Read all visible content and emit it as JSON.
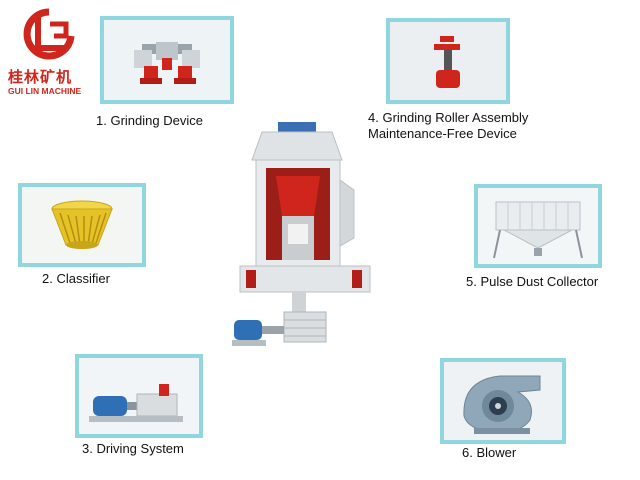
{
  "logo": {
    "chinese": "桂林矿机",
    "english": "GUI LIN MACHINE",
    "color": "#d0251c"
  },
  "components": [
    {
      "label": "1. Grinding Device"
    },
    {
      "label": "2. Classifier"
    },
    {
      "label": "3. Driving System"
    },
    {
      "label": "4. Grinding Roller Assembly",
      "label2": "Maintenance-Free Device"
    },
    {
      "label": "5. Pulse Dust Collector"
    },
    {
      "label": "6. Blower"
    }
  ],
  "colors": {
    "frame": "#8fd6de",
    "accent_red": "#d0251c",
    "motor_blue": "#2f6fb6",
    "classifier_gold": "#e6c229"
  }
}
